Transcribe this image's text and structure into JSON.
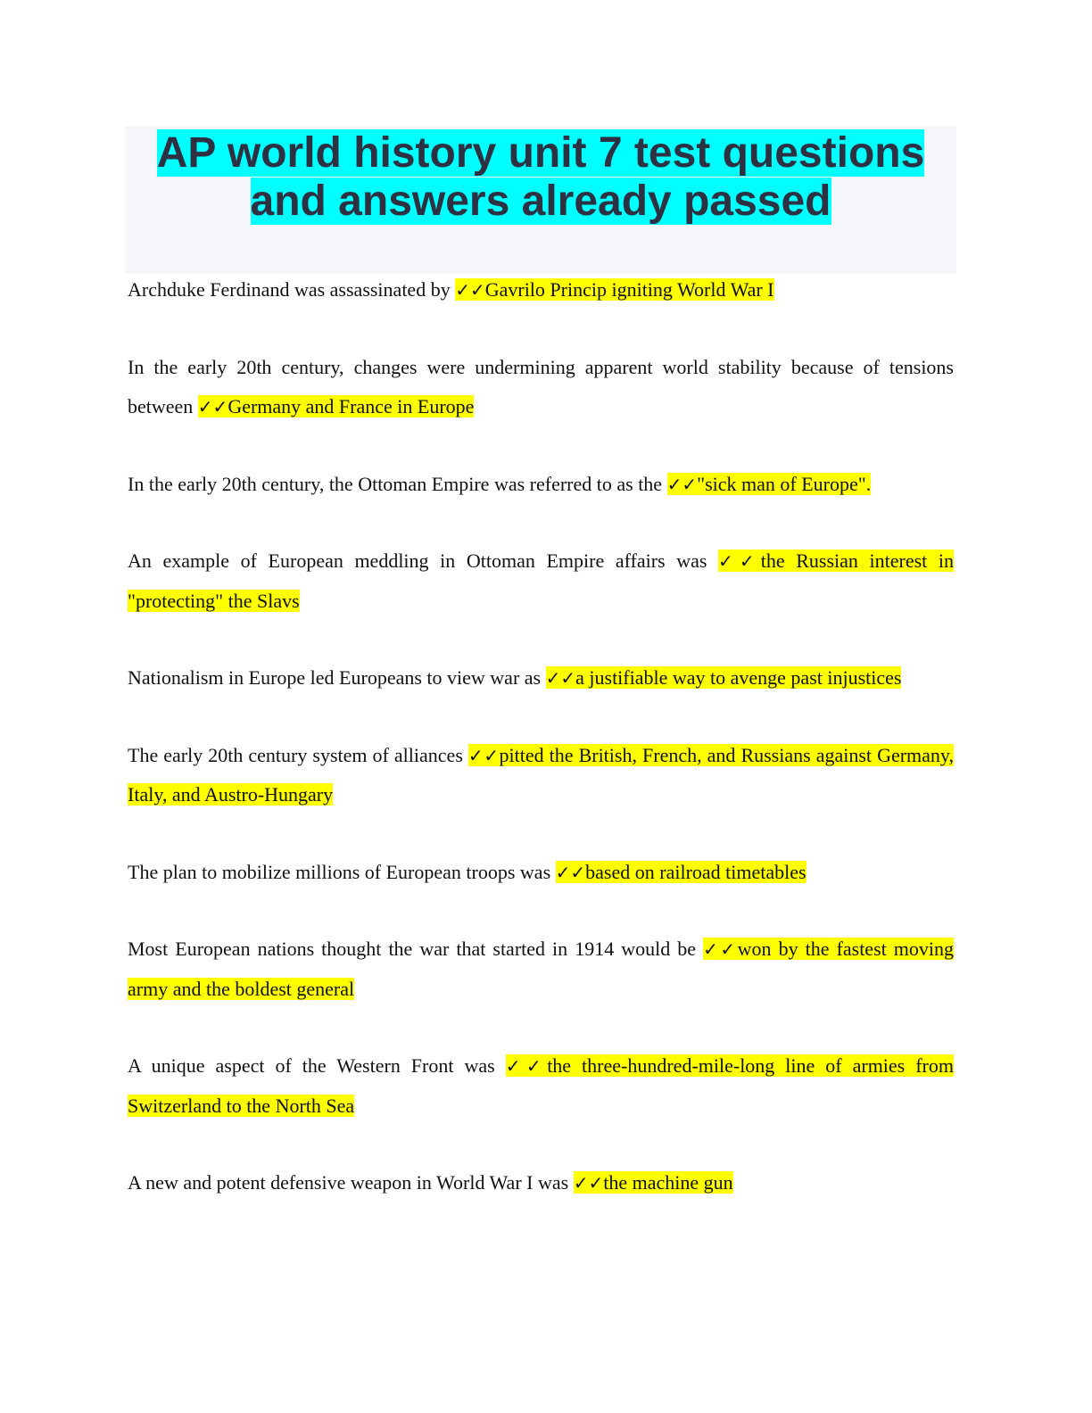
{
  "title": "AP world history unit 7 test questions and answers already passed",
  "check_icon": "✓✓",
  "colors": {
    "title_highlight": "#00ffff",
    "answer_highlight": "#ffff00",
    "title_box": "#f5f6fa"
  },
  "items": [
    {
      "question": "Archduke Ferdinand was assassinated by ",
      "answer": "Gavrilo Princip igniting World War I"
    },
    {
      "question": "In the early 20th century, changes were undermining apparent world stability because of tensions between ",
      "answer": "Germany and France in Europe"
    },
    {
      "question": "In the early 20th century, the Ottoman Empire was referred to as the ",
      "answer": "\"sick man of Europe\"."
    },
    {
      "question": "An example of European meddling in Ottoman Empire affairs was ",
      "answer": "the Russian interest in \"protecting\" the Slavs"
    },
    {
      "question": "Nationalism in Europe led Europeans to view war as ",
      "answer": "a justifiable way to avenge past injustices"
    },
    {
      "question": "The early 20th century system of alliances ",
      "answer": "pitted the British, French, and Russians against Germany, Italy, and Austro-Hungary"
    },
    {
      "question": "The plan to mobilize millions of European troops was ",
      "answer": "based on railroad timetables"
    },
    {
      "question": "Most European nations thought the war that started in 1914 would be ",
      "answer": "won by the fastest moving army and the boldest general"
    },
    {
      "question": "A unique aspect of the Western Front was ",
      "answer": "the three-hundred-mile-long line of armies from Switzerland to the North Sea"
    },
    {
      "question": "A new and potent defensive weapon in World War I was ",
      "answer": "the machine gun"
    }
  ]
}
